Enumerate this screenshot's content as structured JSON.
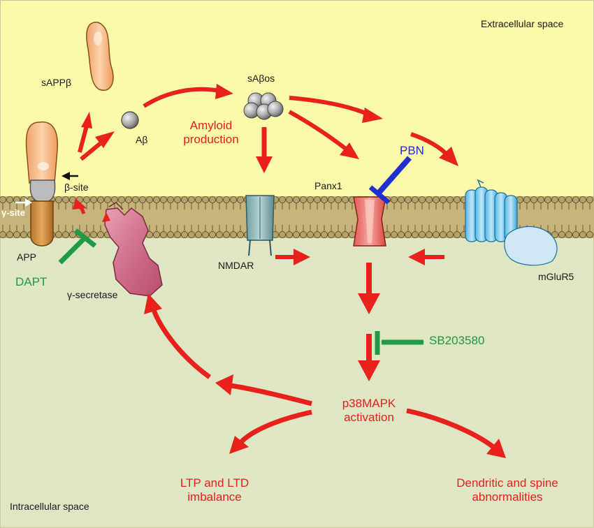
{
  "regions": {
    "extracellular": "Extracellular space",
    "intracellular": "Intracellular space"
  },
  "molecules": {
    "sappb": "sAPPβ",
    "abeta": "Aβ",
    "sabos": "sAβos",
    "beta_site": "β-site",
    "gamma_site": "γ-site",
    "app": "APP",
    "gamma_secretase": "γ-secretase",
    "nmdar": "NMDAR",
    "panx1": "Panx1",
    "mglur5": "mGluR5"
  },
  "inhibitors": {
    "dapt": "DAPT",
    "pbn": "PBN",
    "sb203580": "SB203580"
  },
  "processes": {
    "amyloid_line1": "Amyloid",
    "amyloid_line2": "production",
    "p38_line1": "p38MAPK",
    "p38_line2": "activation",
    "ltp_line1": "LTP and LTD",
    "ltp_line2": "imbalance",
    "dendritic_line1": "Dendritic and spine",
    "dendritic_line2": "abnormalities"
  },
  "colors": {
    "extracellular_bg": "#fbfaa8",
    "intracellular_bg": "#dfe6c4",
    "membrane": "#c6b47a",
    "arrow": "#e8211d",
    "dapt": "#1f9a47",
    "pbn": "#1f2fd0",
    "sb203580": "#1f9a47"
  }
}
